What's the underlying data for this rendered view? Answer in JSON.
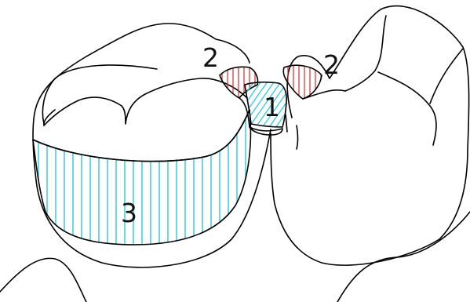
{
  "labels": {
    "region_1": "1",
    "region_2_left": "2",
    "region_2_right": "2",
    "region_3": "3"
  },
  "colors": {
    "outline": "#000000",
    "hatch_cyan": "#19c6d8",
    "hatch_red": "#d42a2a",
    "background": "#ffffff"
  }
}
